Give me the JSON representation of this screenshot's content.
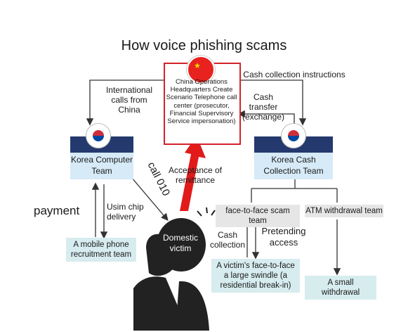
{
  "title": "How voice phishing scams",
  "hq": {
    "label": "China Operations Headquarters Create Scenario Telephone call center (prosecutor, Financial Supervisory Service impersonation)",
    "flag": "china-flag"
  },
  "korea_computer_team": {
    "label": "Korea Computer Team",
    "flag": "korea-flag"
  },
  "korea_cash_team": {
    "label": "Korea Cash Collection Team",
    "flag": "korea-flag"
  },
  "victim": {
    "label": "Domestic victim"
  },
  "recruitment": {
    "label": "A mobile phone recruitment team"
  },
  "face_team": {
    "label": "face-to-face scam team"
  },
  "atm_team": {
    "label": "ATM withdrawal team"
  },
  "face_result": {
    "label": "A victim's face-to-face a large swindle (a residential break-in)"
  },
  "atm_result": {
    "label": "A small withdrawal"
  },
  "edges": {
    "international_calls": "International calls from China",
    "cash_instructions": "Cash collection instructions",
    "cash_transfer": "Cash transfer (exchange)",
    "call_010": "call 010",
    "acceptance": "Acceptance of remittance",
    "usim": "Usim chip delivery",
    "payment": "payment",
    "cash_collection": "Cash collection",
    "pretending": "Pretending access"
  },
  "colors": {
    "hq_border": "#d2232a",
    "navy": "#243a6e",
    "team_fill": "#d6eaf7",
    "arrow_red": "#e21a1a",
    "line": "#333333"
  }
}
